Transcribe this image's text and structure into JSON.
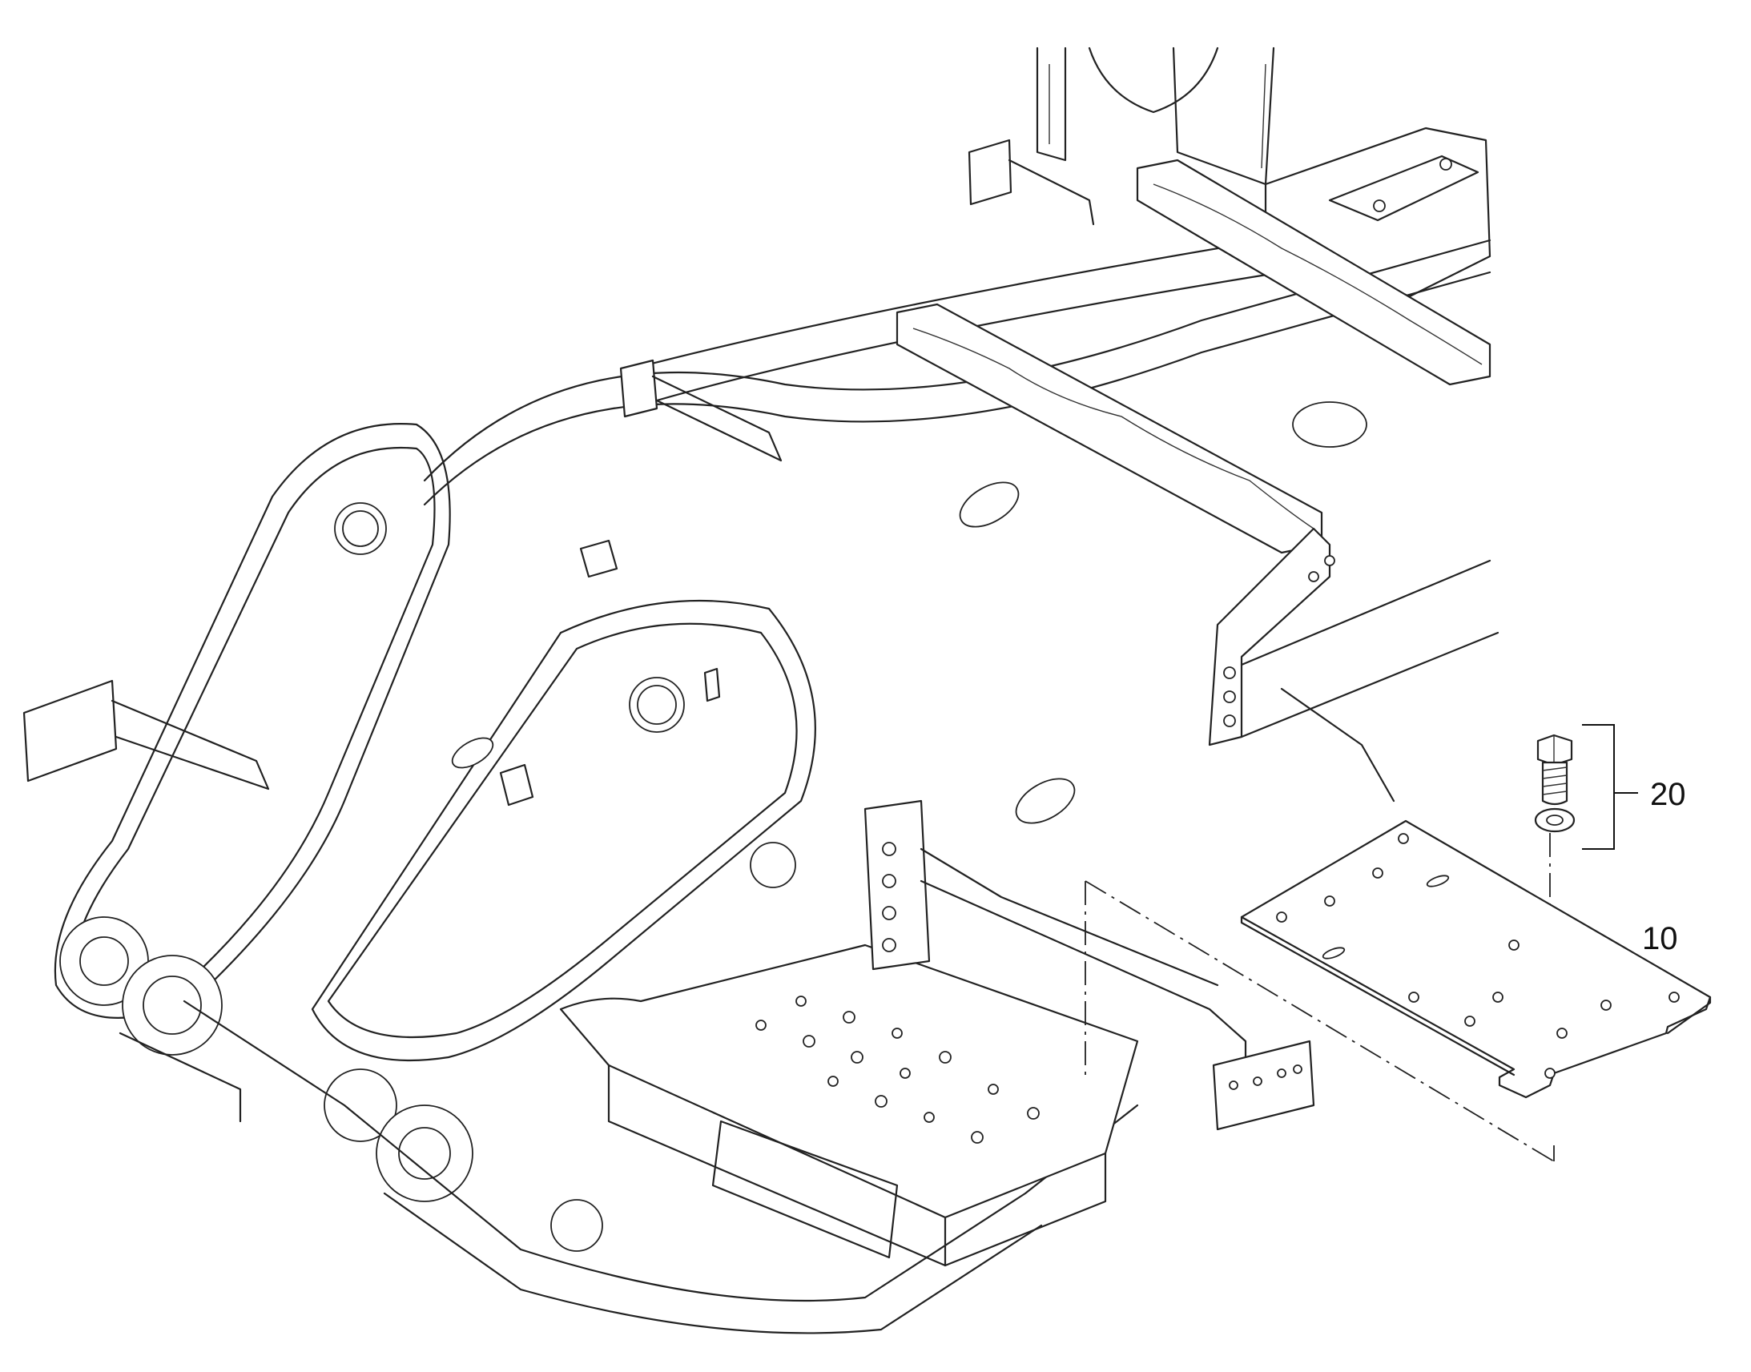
{
  "callouts": [
    {
      "number": "20",
      "part": "bolt-and-washer"
    },
    {
      "number": "10",
      "part": "cover-plate"
    }
  ]
}
